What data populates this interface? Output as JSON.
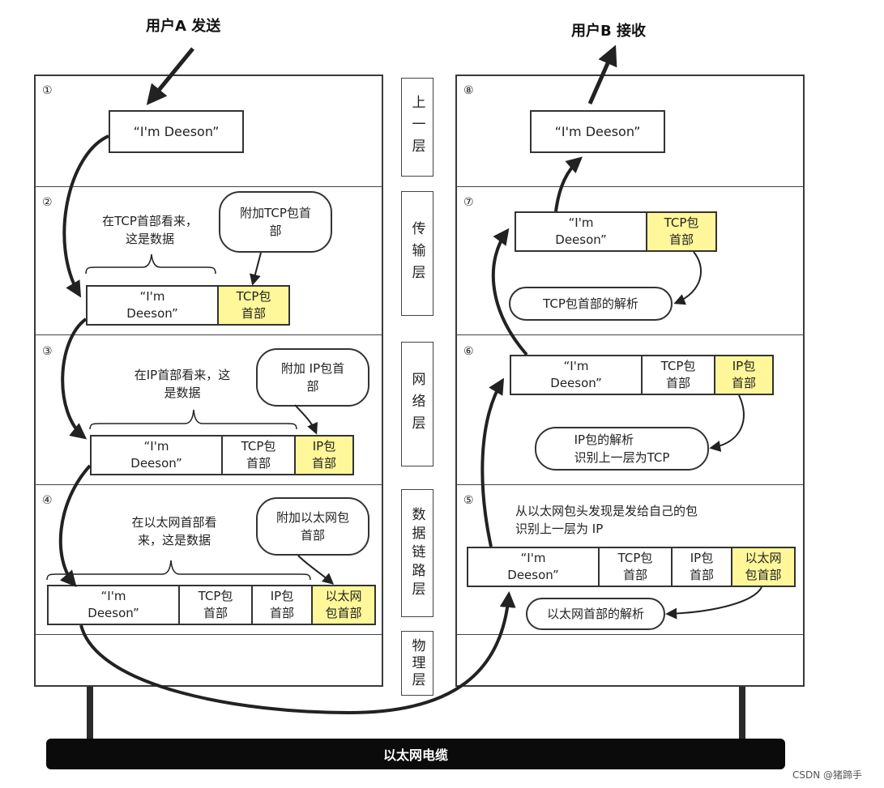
{
  "titles": {
    "send": "用户A 发送",
    "receive": "用户B 接收"
  },
  "layers": {
    "upper": "上一层",
    "transport": "传输层",
    "network": "网络层",
    "datalink": "数据链路层",
    "physical": "物理层"
  },
  "steps": [
    "①",
    "②",
    "③",
    "④",
    "⑤",
    "⑥",
    "⑦",
    "⑧"
  ],
  "message": "“I'm Deeson”",
  "packet": {
    "data_line1": "“I'm",
    "data_line2": "Deeson”",
    "tcp_line1": "TCP包",
    "tcp_line2": "首部",
    "ip_line1": "IP包",
    "ip_line2": "首部",
    "eth_line1": "以太网",
    "eth_line2": "包首部"
  },
  "sender": {
    "tcp_note_line1": "在TCP首部看来，",
    "tcp_note_line2": "这是数据",
    "tcp_bubble_line1": "附加TCP包首",
    "tcp_bubble_line2": "部",
    "ip_note_line1": "在IP首部看来，这",
    "ip_note_line2": "是数据",
    "ip_bubble_line1": "附加 IP包首",
    "ip_bubble_line2": "部",
    "eth_note_line1": "在以太网首部看",
    "eth_note_line2": "来，这是数据",
    "eth_bubble_line1": "附加以太网包",
    "eth_bubble_line2": "首部"
  },
  "receiver": {
    "eth_note_line1": "从以太网包头发现是发给自己的包",
    "eth_note_line2": "识别上一层为 IP",
    "eth_parse": "以太网首部的解析",
    "ip_parse_line1": "IP包的解析",
    "ip_parse_line2": "识别上一层为TCP",
    "tcp_parse": "TCP包首部的解析"
  },
  "cable_label": "以太网电缆",
  "watermark": "CSDN @猪蹄手",
  "colors": {
    "header_highlight": "#fff799",
    "cable": "#0b0b0b",
    "line": "#333333"
  }
}
